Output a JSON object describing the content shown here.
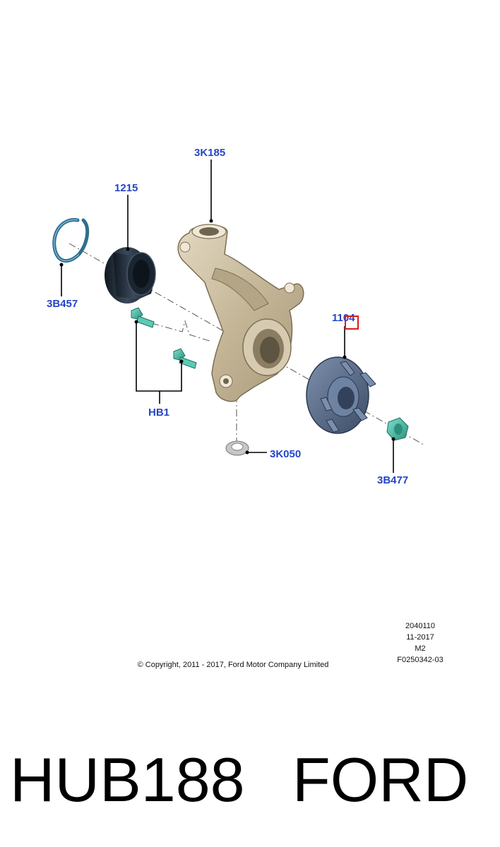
{
  "diagram": {
    "parts": [
      {
        "id": "3K185",
        "label": "3K185"
      },
      {
        "id": "1215",
        "label": "1215"
      },
      {
        "id": "3B457",
        "label": "3B457"
      },
      {
        "id": "1104",
        "label": "1104"
      },
      {
        "id": "HB1",
        "label": "HB1"
      },
      {
        "id": "3K050",
        "label": "3K050"
      },
      {
        "id": "3B477",
        "label": "3B477"
      }
    ],
    "colors": {
      "label": "#2446c8",
      "knuckle": "#cfc3a7",
      "bearing": "#22303f",
      "hub": "#5a6d8a",
      "bolt": "#4fc2ad",
      "snap_ring": "#2f6e8f",
      "highlight": "#e01818"
    }
  },
  "meta": {
    "line1": "2040110",
    "line2": "11-2017",
    "line3": "M2",
    "line4": "F0250342-03"
  },
  "copyright": "© Copyright, 2011 - 2017, Ford Motor Company Limited",
  "caption": {
    "part_number": "HUB188",
    "brand": "FORD"
  }
}
